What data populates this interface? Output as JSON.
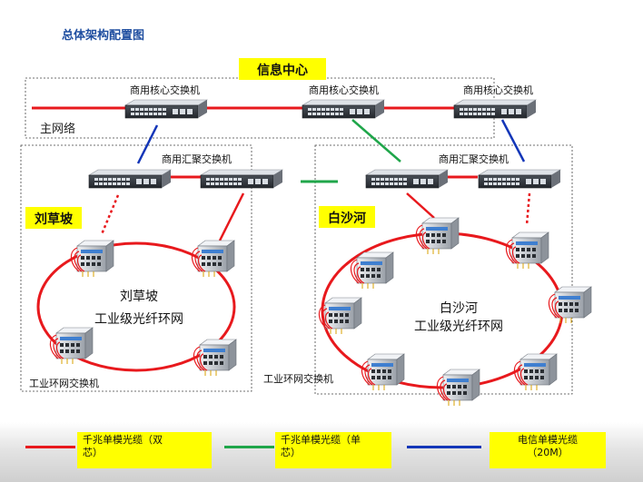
{
  "title": "总体架构配置图",
  "info_center_label": "信息中心",
  "main_network_label": "主网络",
  "core_switch_label": "商用核心交换机",
  "agg_switch_label": "商用汇聚交换机",
  "site_left": {
    "name": "刘草坡",
    "ring_label_line1": "刘草坡",
    "ring_label_line2": "工业级光纤环网",
    "ring_switch_label": "工业环网交换机"
  },
  "site_right": {
    "name": "白沙河",
    "ring_label_line1": "白沙河",
    "ring_label_line2": "工业级光纤环网",
    "ring_switch_label": "工业环网交换机"
  },
  "colors": {
    "gigabit_dual": "#e8191d",
    "gigabit_single": "#1fa64a",
    "telecom": "#1336b8",
    "label_bg": "#ffff00",
    "title": "#1f4ea0"
  },
  "legend": [
    {
      "line_color": "#e8191d",
      "label": "千兆单模光缆（双\n芯）"
    },
    {
      "line_color": "#1fa64a",
      "label": "千兆单模光缆（单\n芯）"
    },
    {
      "line_color": "#1336b8",
      "label": "电信单模光缆\n（20M）"
    }
  ]
}
